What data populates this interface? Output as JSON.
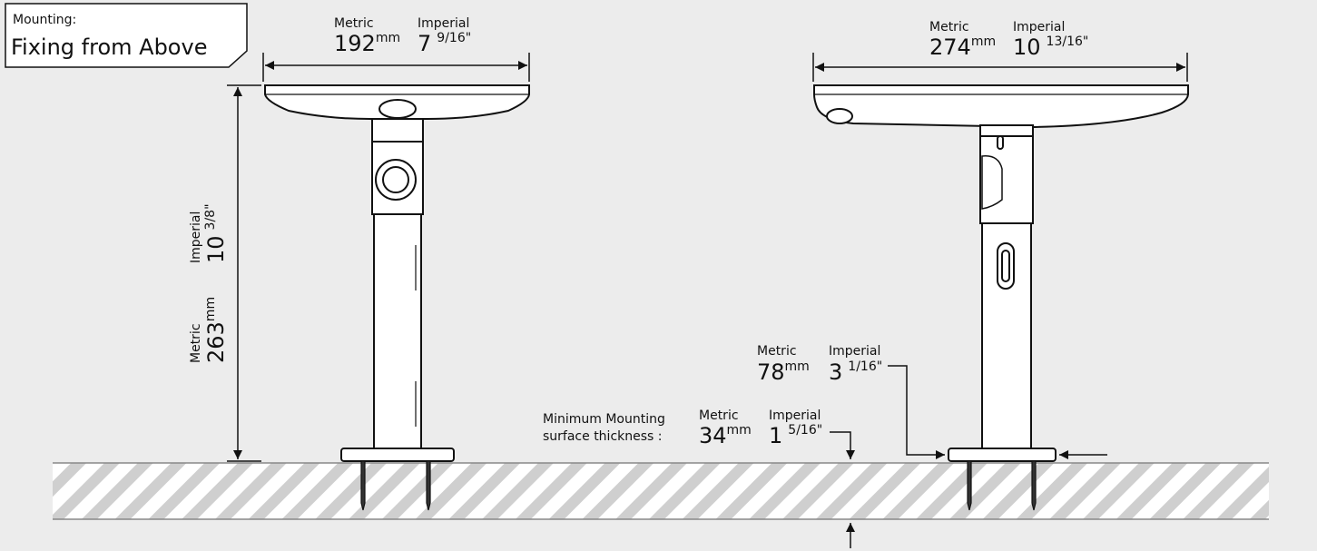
{
  "title": {
    "label": "Mounting:",
    "value": "Fixing from Above"
  },
  "left_width": {
    "metric_label": "Metric",
    "metric_value": "192",
    "metric_unit": "mm",
    "imperial_label": "Imperial",
    "imperial_whole": "7",
    "imperial_fraction": "9/16\""
  },
  "left_height": {
    "metric_label": "Metric",
    "metric_value": "263",
    "metric_unit": "mm",
    "imperial_label": "Imperial",
    "imperial_whole": "10",
    "imperial_fraction": "3/8\""
  },
  "right_width": {
    "metric_label": "Metric",
    "metric_value": "274",
    "metric_unit": "mm",
    "imperial_label": "Imperial",
    "imperial_whole": "10",
    "imperial_fraction": "13/16\""
  },
  "base_width": {
    "metric_label": "Metric",
    "metric_value": "78",
    "metric_unit": "mm",
    "imperial_label": "Imperial",
    "imperial_whole": "3",
    "imperial_fraction": "1/16\""
  },
  "thickness": {
    "caption_line1": "Minimum Mounting",
    "caption_line2": "surface thickness :",
    "metric_label": "Metric",
    "metric_value": "34",
    "metric_unit": "mm",
    "imperial_label": "Imperial",
    "imperial_whole": "1",
    "imperial_fraction": "5/16\""
  }
}
